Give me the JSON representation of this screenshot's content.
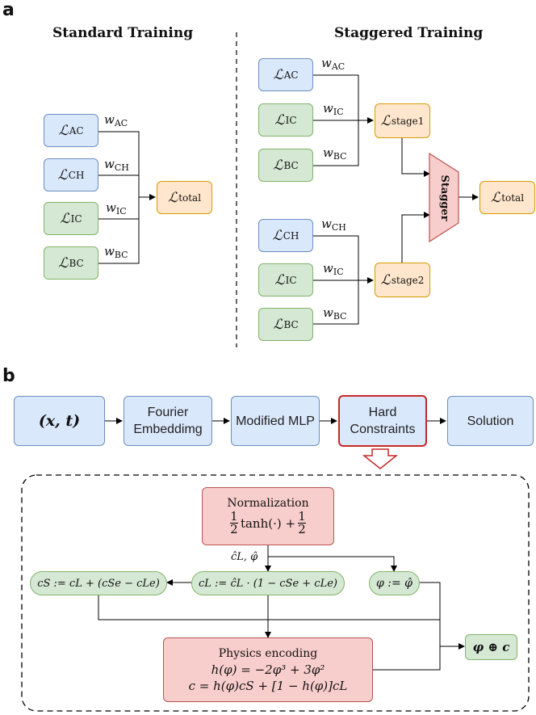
{
  "panel_a": {
    "letter": "a",
    "standard": {
      "title": "Standard Training",
      "losses": [
        {
          "sym": "ℒ",
          "sub": "AC",
          "weight": "w",
          "wsub": "AC"
        },
        {
          "sym": "ℒ",
          "sub": "CH",
          "weight": "w",
          "wsub": "CH"
        },
        {
          "sym": "ℒ",
          "sub": "IC",
          "weight": "w",
          "wsub": "IC"
        },
        {
          "sym": "ℒ",
          "sub": "BC",
          "weight": "w",
          "wsub": "BC"
        }
      ],
      "total": {
        "sym": "ℒ",
        "sub": "total"
      }
    },
    "staggered": {
      "title": "Staggered Training",
      "stage1_losses": [
        {
          "sym": "ℒ",
          "sub": "AC",
          "weight": "w",
          "wsub": "AC"
        },
        {
          "sym": "ℒ",
          "sub": "IC",
          "weight": "w",
          "wsub": "IC"
        },
        {
          "sym": "ℒ",
          "sub": "BC",
          "weight": "w",
          "wsub": "BC"
        }
      ],
      "stage2_losses": [
        {
          "sym": "ℒ",
          "sub": "CH",
          "weight": "w",
          "wsub": "CH"
        },
        {
          "sym": "ℒ",
          "sub": "IC",
          "weight": "w",
          "wsub": "IC"
        },
        {
          "sym": "ℒ",
          "sub": "BC",
          "weight": "w",
          "wsub": "BC"
        }
      ],
      "stage1": {
        "sym": "ℒ",
        "sub": "stage1"
      },
      "stage2": {
        "sym": "ℒ",
        "sub": "stage2"
      },
      "stagger_label": "Stagger",
      "total": {
        "sym": "ℒ",
        "sub": "total"
      }
    }
  },
  "panel_b": {
    "letter": "b",
    "pipeline": [
      {
        "label": "(x, t)"
      },
      {
        "label": "Fourier Embeddimg"
      },
      {
        "label": "Modified MLP"
      },
      {
        "label": "Hard Constraints"
      },
      {
        "label": "Solution"
      }
    ],
    "normalization": {
      "title": "Normalization",
      "formula": "½ tanh(·) + ½",
      "num": "1",
      "den": "2",
      "fn": "tanh(·) +"
    },
    "split_label": "ĉL, φ̂",
    "cs_node": "cS := cL + (cSe − cLe)",
    "cl_node": "cL := ĉL · (1 − cSe + cLe)",
    "phi_node": "φ := φ̂",
    "output_node": "φ ⊕ c",
    "physics": {
      "title": "Physics encoding",
      "eq1": "h(φ) = −2φ³ + 3φ²",
      "eq2": "c = h(φ)cS + [1 − h(φ)]cL"
    },
    "colors": {
      "blue": "#dae8fc",
      "green": "#d5e8d4",
      "orange": "#ffe6cc",
      "red": "#f8cecc",
      "highlight": "#c62828"
    }
  }
}
